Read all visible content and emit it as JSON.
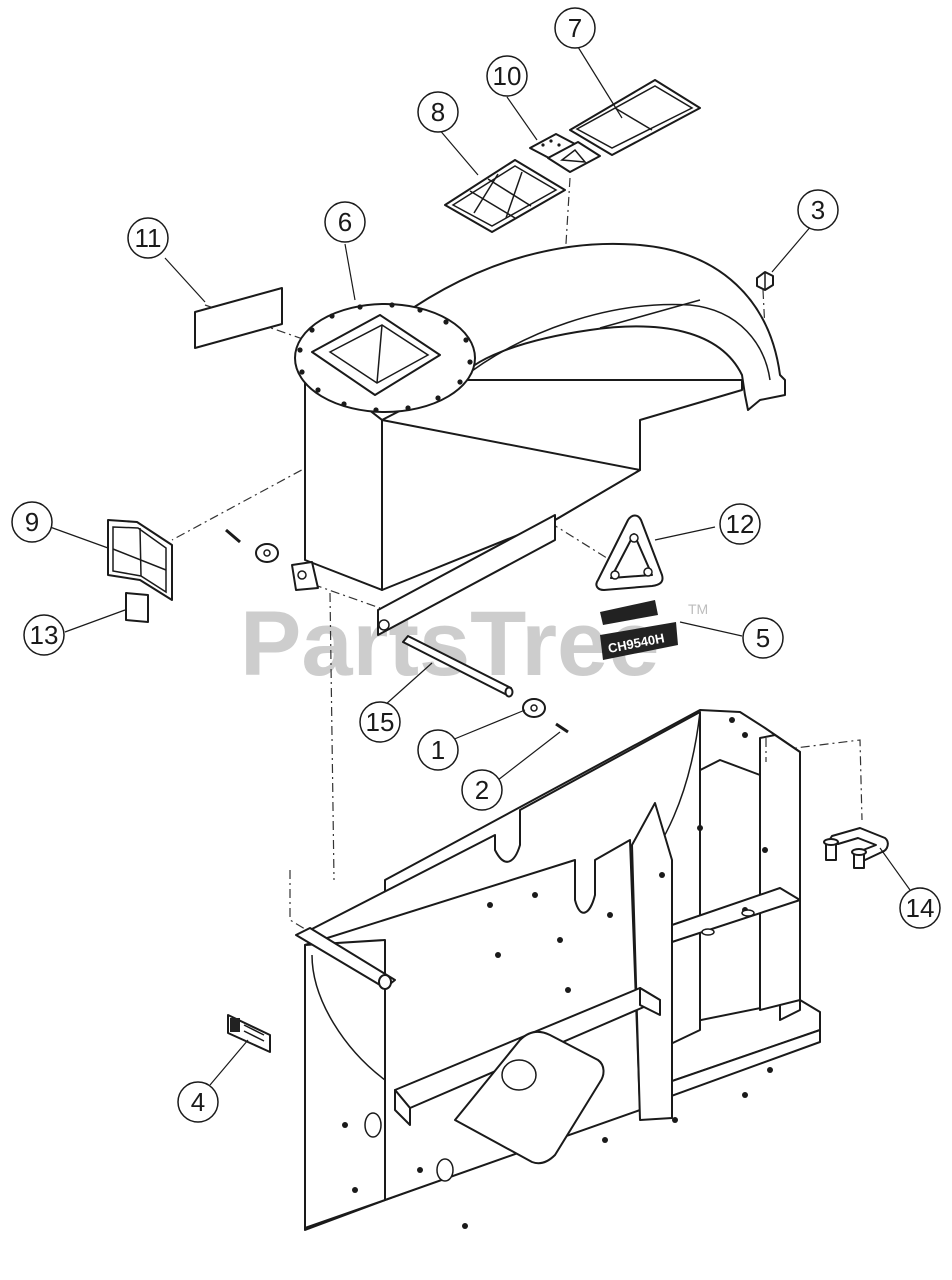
{
  "watermark": {
    "text": "PartsTree",
    "mark": "TM"
  },
  "decal_text": "CH9540H",
  "callouts": [
    {
      "id": "callout-1",
      "label": "1"
    },
    {
      "id": "callout-2",
      "label": "2"
    },
    {
      "id": "callout-3",
      "label": "3"
    },
    {
      "id": "callout-4",
      "label": "4"
    },
    {
      "id": "callout-5",
      "label": "5"
    },
    {
      "id": "callout-6",
      "label": "6"
    },
    {
      "id": "callout-7",
      "label": "7"
    },
    {
      "id": "callout-8",
      "label": "8"
    },
    {
      "id": "callout-9",
      "label": "9"
    },
    {
      "id": "callout-10",
      "label": "10"
    },
    {
      "id": "callout-11",
      "label": "11"
    },
    {
      "id": "callout-12",
      "label": "12"
    },
    {
      "id": "callout-13",
      "label": "13"
    },
    {
      "id": "callout-14",
      "label": "14"
    },
    {
      "id": "callout-15",
      "label": "15"
    }
  ]
}
